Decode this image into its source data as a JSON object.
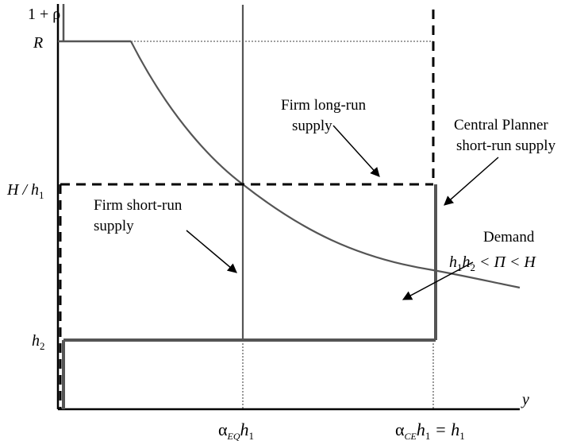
{
  "axes": {
    "y_label": "1 + ρ",
    "x_label": "y"
  },
  "y_ticks": {
    "R": "R",
    "H_over_h1": {
      "num": "H / h",
      "sub": "1"
    },
    "h2": {
      "base": "h",
      "sub": "2"
    }
  },
  "x_ticks": {
    "alpha_eq": {
      "a": "α",
      "sub1": "EQ",
      "h": "h",
      "sub2": "1"
    },
    "alpha_ce": {
      "a": "α",
      "sub1": "CE",
      "h": "h",
      "sub2": "1",
      "eq": " = h",
      "sub3": "1"
    }
  },
  "annotations": {
    "firm_long_run": [
      "Firm long-run",
      "supply"
    ],
    "central_planner": [
      "Central Planner",
      "short-run supply"
    ],
    "firm_short_run": [
      "Firm short-run",
      "supply"
    ],
    "demand": {
      "title": "Demand",
      "cond_parts": [
        "h",
        "1",
        "h",
        "2",
        " < Π < H"
      ]
    }
  },
  "colors": {
    "curve": "#555555",
    "axis": "#000000",
    "dashed": "#000000"
  }
}
